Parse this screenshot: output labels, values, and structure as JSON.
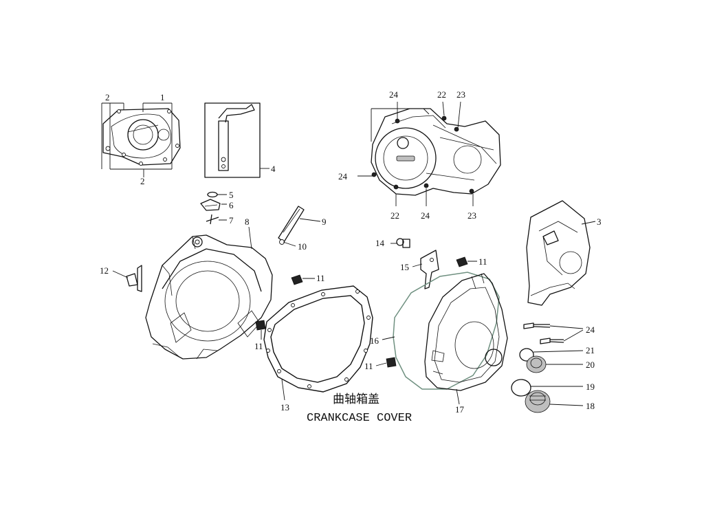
{
  "diagram": {
    "title_cn": "曲轴箱盖",
    "title_en": "CRANKCASE COVER",
    "labels": {
      "l1": "1",
      "l2a": "2",
      "l2b": "2",
      "l3": "3",
      "l4": "4",
      "l5": "5",
      "l6": "6",
      "l7": "7",
      "l8": "8",
      "l9": "9",
      "l10": "10",
      "l11a": "11",
      "l11b": "11",
      "l11c": "11",
      "l11d": "11",
      "l12": "12",
      "l13": "13",
      "l14": "14",
      "l15": "15",
      "l16": "16",
      "l17": "17",
      "l18": "18",
      "l19": "19",
      "l20": "20",
      "l21": "21",
      "l22a": "22",
      "l22b": "22",
      "l23a": "23",
      "l23b": "23",
      "l24a": "24",
      "l24b": "24",
      "l24c": "24",
      "l24d": "24"
    }
  }
}
